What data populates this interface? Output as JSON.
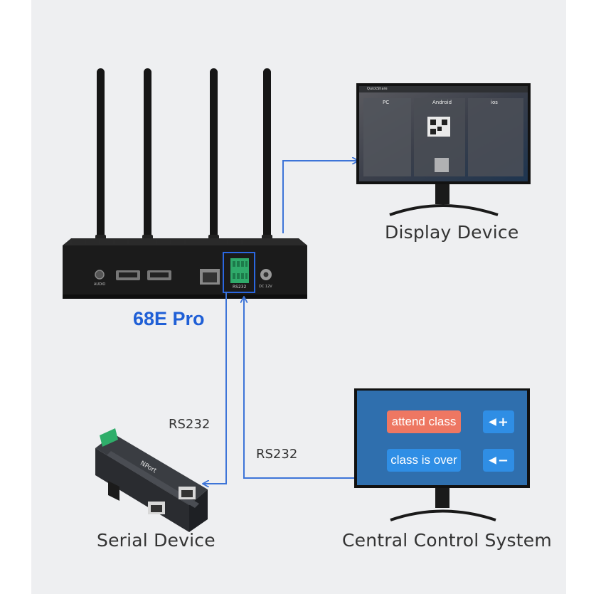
{
  "product": {
    "name": "68E Pro",
    "port_label": "RS232",
    "power_label": "DC 12V",
    "audio_label": "AUDIO"
  },
  "display": {
    "label": "Display Device",
    "brand": "QuickShare",
    "columns": [
      "PC",
      "Android",
      "ios"
    ]
  },
  "serial": {
    "label": "Serial Device",
    "link_label": "RS232",
    "brand": "NPort"
  },
  "central": {
    "label": "Central Control System",
    "link_label": "RS232",
    "buttons": [
      {
        "label": "attend class",
        "volume": "+"
      },
      {
        "label": "class is over",
        "volume": "−"
      }
    ]
  },
  "colors": {
    "accent": "#1f5fd6",
    "line": "#3d74d8",
    "attend_btn": "#ee7762",
    "over_btn": "#2f8ee5",
    "central_screen": "#2f6fae"
  }
}
